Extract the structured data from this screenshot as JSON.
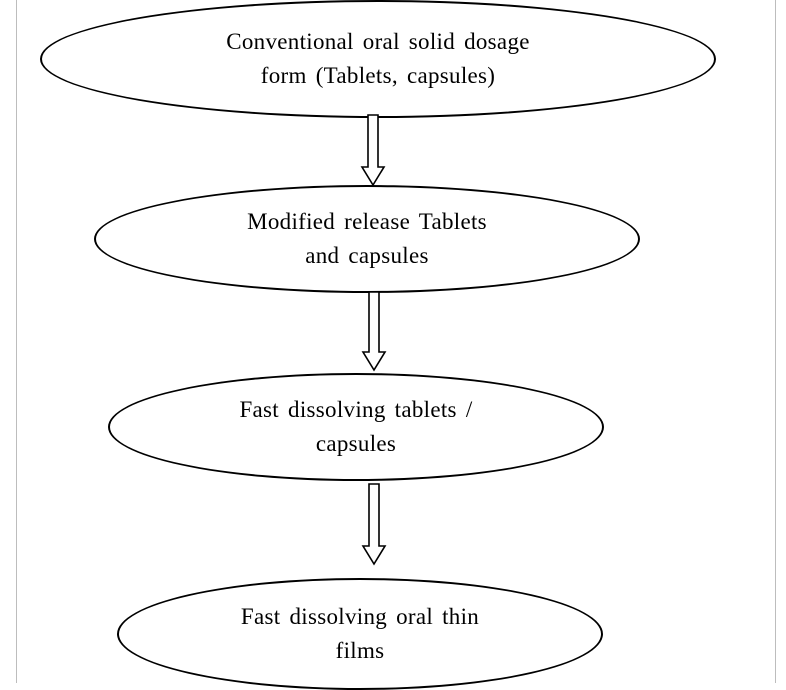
{
  "diagram": {
    "nodes": [
      {
        "id": "node1",
        "lines": [
          "Conventional oral solid dosage",
          "form (Tablets, capsules)"
        ]
      },
      {
        "id": "node2",
        "lines": [
          "Modified release Tablets",
          "and capsules"
        ]
      },
      {
        "id": "node3",
        "lines": [
          "Fast dissolving tablets /",
          "capsules"
        ]
      },
      {
        "id": "node4",
        "lines": [
          "Fast dissolving oral thin",
          "films"
        ]
      }
    ],
    "edges": [
      {
        "from": "node1",
        "to": "node2"
      },
      {
        "from": "node2",
        "to": "node3"
      },
      {
        "from": "node3",
        "to": "node4"
      }
    ],
    "colors": {
      "stroke": "#000000",
      "background": "#ffffff",
      "frame": "#bdbdbd"
    }
  }
}
